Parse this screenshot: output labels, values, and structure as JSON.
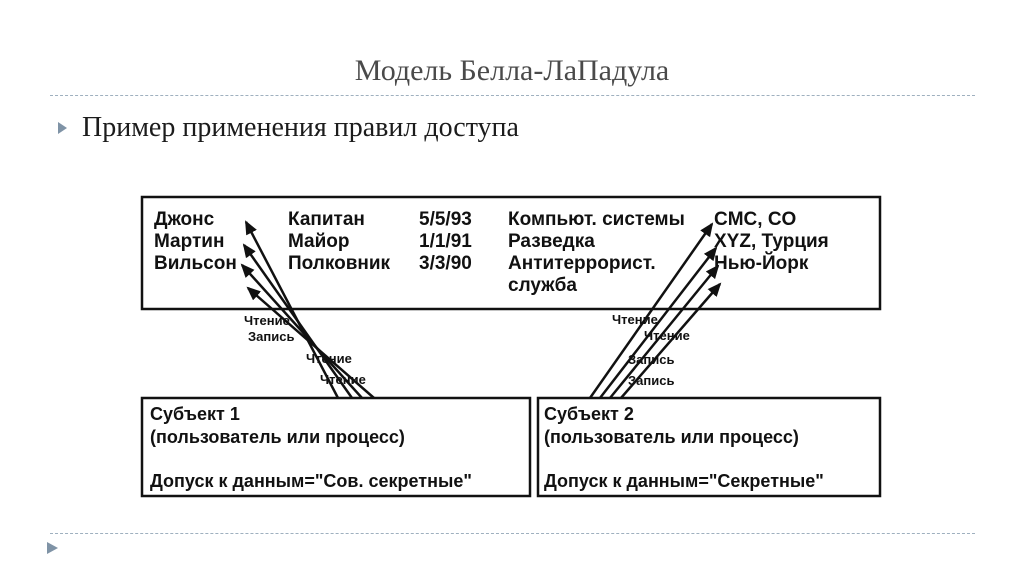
{
  "slide": {
    "title": "Модель Белла-ЛаПадула",
    "bullet": "Пример применения правил доступа"
  },
  "diagram": {
    "objects": {
      "names": [
        "Джонс",
        "Мартин",
        "Вильсон"
      ],
      "ranks": [
        "Капитан",
        "Майор",
        "Полковник"
      ],
      "dates": [
        "5/5/93",
        "1/1/91",
        "3/3/90"
      ],
      "departments": [
        "Компьют. системы",
        "Разведка",
        "Антитеррорист.",
        "служба"
      ],
      "locations": [
        "CMC, CO",
        "XYZ, Турция",
        "Нью-Йорк"
      ]
    },
    "left_arrow_labels": [
      "Чтение",
      "Запись",
      "Чтение",
      "Чтение"
    ],
    "right_arrow_labels": [
      "Чтение",
      "Чтение",
      "Запись",
      "Запись"
    ],
    "subject1": {
      "title": "Субъект 1",
      "desc": "(пользователь или процесс)",
      "clearance": "Допуск к данным=\"Сов. секретные\""
    },
    "subject2": {
      "title": "Субъект 2",
      "desc": "(пользователь или процесс)",
      "clearance": "Допуск к данным=\"Секретные\""
    }
  },
  "colors": {
    "text": "#111111",
    "title": "#4a4a4a",
    "rule": "#9fb0bf",
    "bullet": "#7f93a6"
  }
}
